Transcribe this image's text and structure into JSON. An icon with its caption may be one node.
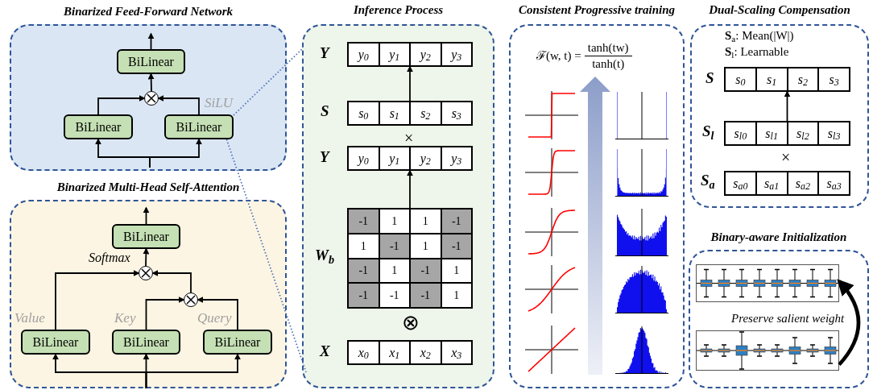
{
  "diagram": {
    "nodes": [
      {
        "text": [
          "Binarized Feed-Forward Network"
        ]
      },
      {
        "text": [
          "BiLinear"
        ],
        "in": 0
      },
      {
        "text": [],
        "shape": "circle",
        "in": 0
      },
      {
        "text": [
          "BiLinear"
        ],
        "in": 0
      },
      {
        "text": [
          "BiLinear"
        ],
        "in": 0,
        "beside": [
          "SiLU"
        ]
      },
      {
        "text": [
          "Binarized Multi-Head Self-Attention"
        ]
      },
      {
        "text": [
          "BiLinear"
        ],
        "in": 5
      },
      {
        "text": [],
        "shape": "circle",
        "in": 5,
        "beside": [
          "Softmax"
        ]
      },
      {
        "text": [],
        "shape": "circle",
        "in": 5
      },
      {
        "text": [
          "BiLinear"
        ],
        "in": 5,
        "beside": [
          "Value"
        ]
      },
      {
        "text": [
          "BiLinear"
        ],
        "in": 5,
        "beside": [
          "Key"
        ]
      },
      {
        "text": [
          "BiLinear"
        ],
        "in": 5,
        "beside": [
          "Query"
        ]
      },
      {
        "text": [
          "Inference Process"
        ]
      },
      {
        "text": [
          "y$_{0}$",
          "y$_{1}$",
          "y$_{2}$",
          "y$_{3}$"
        ],
        "in": 12,
        "beside": [
          "Y"
        ]
      },
      {
        "text": [
          "s$_{0}$",
          "s$_{1}$",
          "s$_{2}$",
          "s$_{3}$"
        ],
        "in": 12,
        "beside": [
          "S"
        ]
      },
      {
        "text": [
          "y$_{0}$",
          "y$_{1}$",
          "y$_{2}$",
          "y$_{3}$"
        ],
        "in": 12,
        "beside": [
          "Y"
        ]
      },
      {
        "text": [
          "-1",
          "1",
          "1",
          "-1",
          "1",
          "-1",
          "1",
          "-1",
          "-1",
          "1",
          "-1",
          "1",
          "-1",
          "-1",
          "-1",
          "1"
        ],
        "in": 12,
        "beside": [
          "W$_{b}$"
        ]
      },
      {
        "text": [
          "x$_{0}$",
          "x$_{1}$",
          "x$_{2}$",
          "x$_{3}$"
        ],
        "in": 12,
        "beside": [
          "X"
        ]
      },
      {
        "text": [
          "Consistent Progressive training"
        ]
      },
      {
        "text": [
          "Dual-Scaling Compensation",
          "**S**$_{a}$: Mean(|W|)",
          "**S**$_{l}$: Learnable"
        ]
      },
      {
        "text": [
          "s$_{0}$",
          "s$_{1}$",
          "s$_{2}$",
          "s$_{3}$"
        ],
        "in": 19,
        "beside": [
          "S"
        ]
      },
      {
        "text": [
          "s$_{l0}$",
          "s$_{l1}$",
          "s$_{l2}$",
          "s$_{l3}$"
        ],
        "in": 19,
        "beside": [
          "S$_{l}$"
        ]
      },
      {
        "text": [
          "s$_{a0}$",
          "s$_{a1}$",
          "s$_{a2}$",
          "s$_{a3}$"
        ],
        "in": 19,
        "beside": [
          "S$_{a}$"
        ]
      },
      {
        "text": [
          "Binary-aware Initialization"
        ]
      },
      {
        "text": [],
        "shape": "picture",
        "in": 23
      },
      {
        "text": [],
        "shape": "picture",
        "in": 23
      }
    ],
    "edges": [
      {
        "from": null,
        "to": 3,
        "arrow": "to"
      },
      {
        "from": null,
        "to": 4,
        "arrow": "to"
      },
      {
        "from": 3,
        "to": 2,
        "arrow": "to"
      },
      {
        "from": 4,
        "to": 2,
        "arrow": "to"
      },
      {
        "from": 2,
        "to": 1,
        "arrow": "to"
      },
      {
        "from": 1,
        "to": null,
        "arrow": "to"
      },
      {
        "from": 4,
        "to": 12,
        "arrow": "none",
        "style": "dashed",
        "color": "#4f72b8"
      },
      {
        "from": 4,
        "to": 12,
        "arrow": "none",
        "style": "dashed",
        "color": "#4f72b8"
      },
      {
        "from": null,
        "to": 9,
        "arrow": "to"
      },
      {
        "from": null,
        "to": 10,
        "arrow": "to"
      },
      {
        "from": null,
        "to": 11,
        "arrow": "to"
      },
      {
        "from": 9,
        "to": 7,
        "arrow": "to"
      },
      {
        "from": 10,
        "to": 8,
        "arrow": "to"
      },
      {
        "from": 11,
        "to": 8,
        "arrow": "to"
      },
      {
        "from": 8,
        "to": 7,
        "arrow": "to"
      },
      {
        "from": 7,
        "to": 6,
        "arrow": "to"
      },
      {
        "from": 6,
        "to": null,
        "arrow": "to"
      },
      {
        "from": 14,
        "to": 13,
        "arrow": "to"
      },
      {
        "from": 16,
        "to": 15,
        "arrow": "to"
      },
      {
        "from": 21,
        "to": 20,
        "arrow": "to"
      },
      {
        "from": 25,
        "to": 24,
        "arrow": "to",
        "style": "thick",
        "label": "Preserve salient weight"
      }
    ],
    "labels": [
      "×",
      "⊗",
      "ℱ(w, t) =",
      "tanh(tw)",
      "tanh(t)",
      "×"
    ]
  }
}
